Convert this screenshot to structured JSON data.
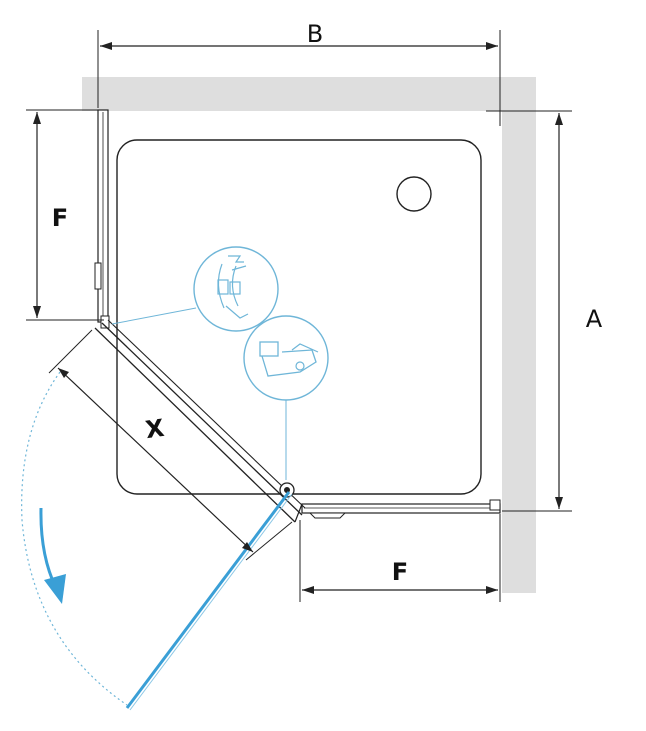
{
  "diagram": {
    "labels": {
      "width": "B",
      "depth": "A",
      "side_panel_left": "F",
      "side_panel_bottom": "F",
      "door": "X"
    },
    "colors": {
      "wall": "#dedede",
      "line": "#222222",
      "accent": "#3a9fd6",
      "detail": "#6fb6d8"
    },
    "icons": {
      "profile_detail": "magnetic-profile-icon",
      "hinge_detail": "hinge-bracket-icon",
      "swing_arrow": "swing-direction-arrow-icon",
      "drain": "drain-icon"
    }
  }
}
